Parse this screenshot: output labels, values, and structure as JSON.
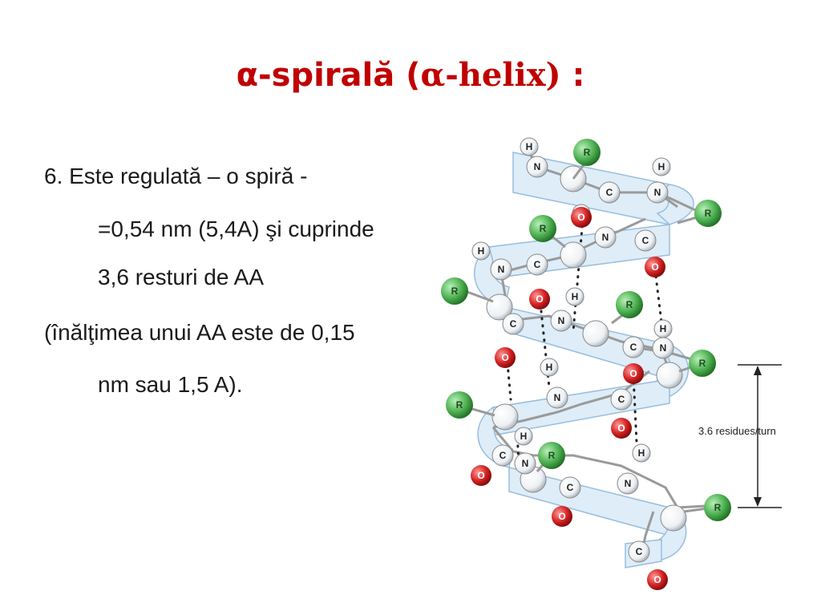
{
  "title": {
    "alpha_spiral": "α-spirală (",
    "alpha_helix": "α-helix)",
    "colon": " :"
  },
  "body_text": {
    "line1": "6. Este regulată – o spiră -",
    "line2": "=0,54 nm (5,4A) şi cuprinde",
    "line3": "3,6 resturi de AA",
    "line4": "(înălţimea unui AA este de 0,15",
    "line5": "nm sau 1,5 A)."
  },
  "diagram": {
    "dimension_label": "3.6 residues/turn",
    "atom_labels": {
      "hydrogen": "H",
      "nitrogen": "N",
      "carbon": "C",
      "oxygen": "O",
      "r_group": "R"
    },
    "colors": {
      "title": "#c00000",
      "ribbon_fill": "#dcecf8",
      "ribbon_stroke": "#8fb8dc",
      "r_group": "#4caf50",
      "oxygen": "#d32020",
      "atom_white": "#f2f4f6",
      "bond": "#9a9a9a"
    }
  }
}
